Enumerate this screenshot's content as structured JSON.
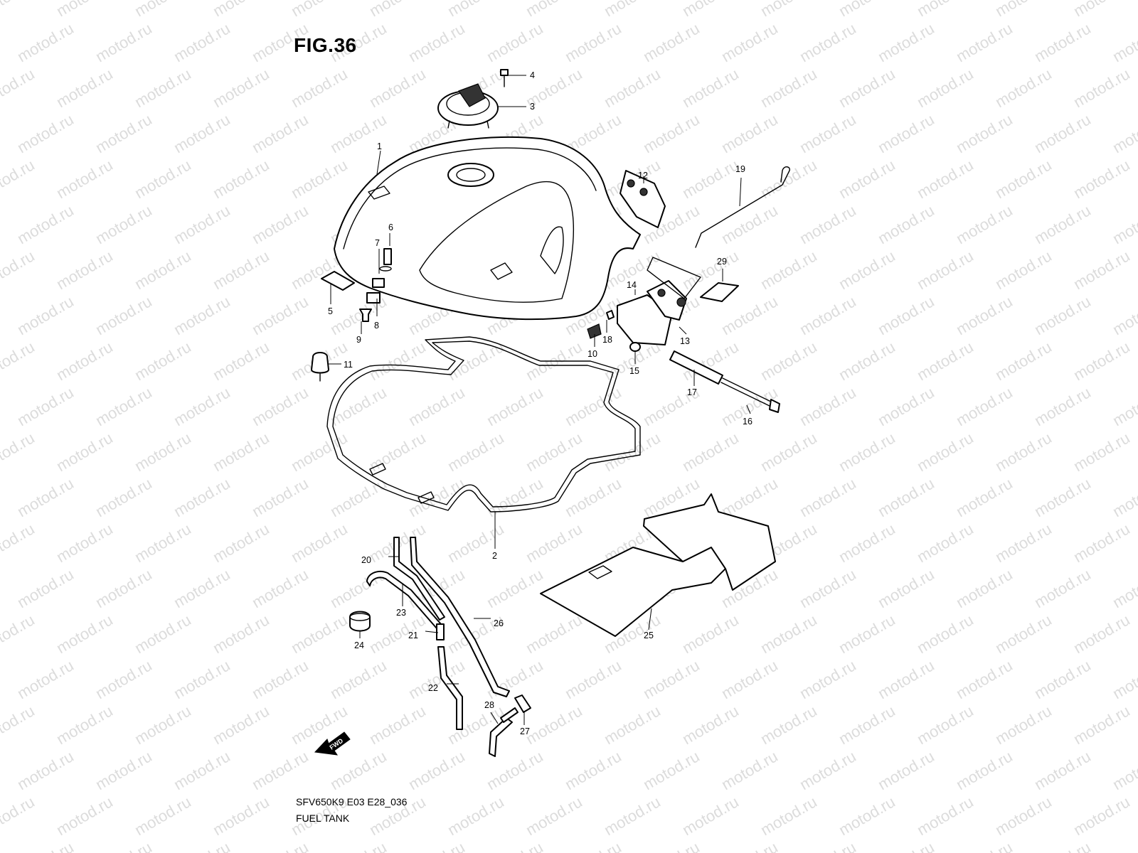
{
  "figure": {
    "title": "FIG.36",
    "model_code": "SFV650K9 E03 E28_036",
    "name": "FUEL TANK"
  },
  "watermark": "motod.ru",
  "fwd_label": "FWD",
  "callouts": [
    "1",
    "2",
    "3",
    "4",
    "5",
    "6",
    "7",
    "8",
    "9",
    "10",
    "11",
    "12",
    "13",
    "14",
    "15",
    "16",
    "17",
    "18",
    "19",
    "20",
    "21",
    "22",
    "23",
    "24",
    "25",
    "26",
    "27",
    "28",
    "29"
  ]
}
